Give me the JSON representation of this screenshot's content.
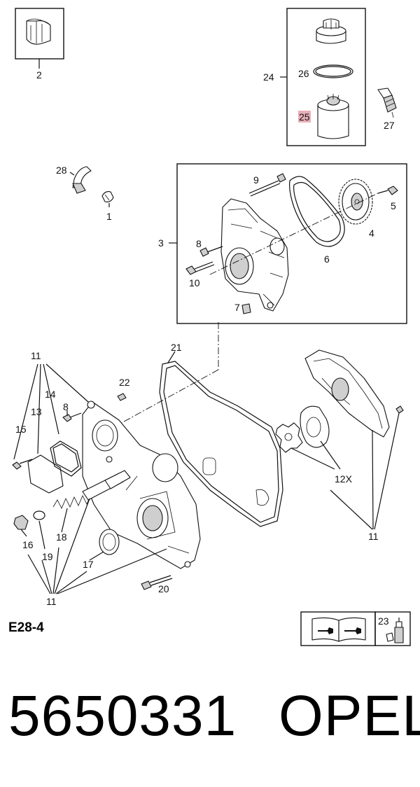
{
  "diagram": {
    "code": "E28-4",
    "part_number": "5650331",
    "brand": "OPEL",
    "callouts": [
      "1",
      "2",
      "3",
      "4",
      "5",
      "6",
      "7",
      "8",
      "9",
      "10",
      "11",
      "12X",
      "13",
      "14",
      "15",
      "16",
      "17",
      "18",
      "19",
      "20",
      "21",
      "22",
      "23",
      "24",
      "25",
      "26",
      "27",
      "28"
    ],
    "highlighted_callout": "25",
    "icons": [
      "manual-wrench-icon",
      "sealant-tube-icon"
    ]
  }
}
